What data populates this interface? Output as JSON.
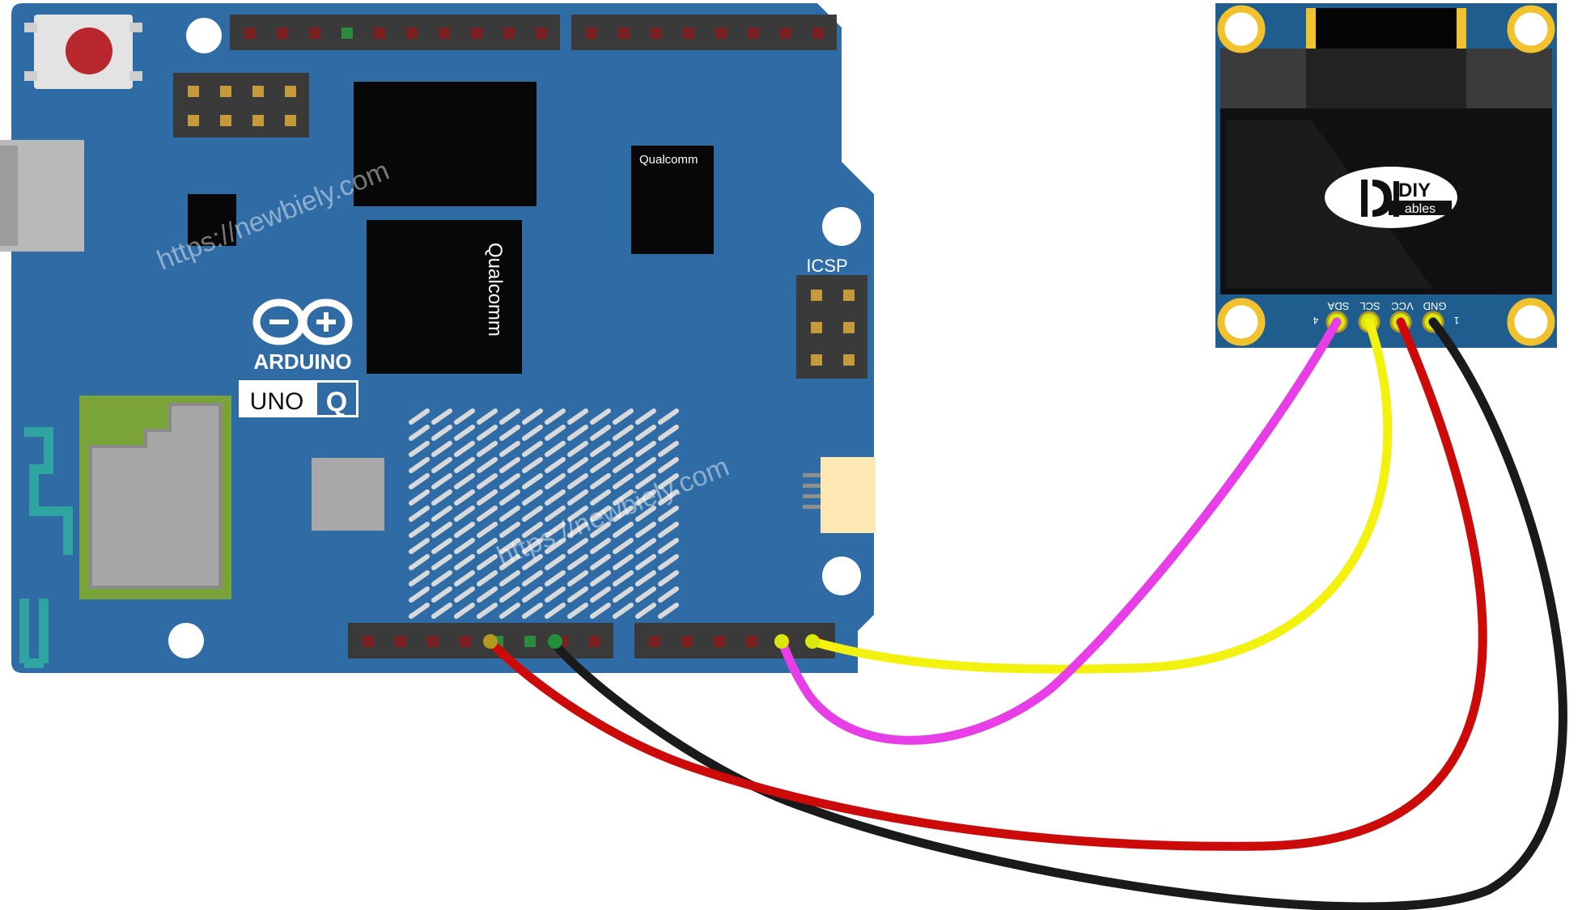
{
  "board": {
    "brand": "ARDUINO",
    "model": "UNO",
    "model_suffix": "Q",
    "icsp_label": "ICSP",
    "chip_brand_1": "Qualcomm",
    "chip_brand_2": "Qualcomm",
    "pcb_color": "#2e6aa3",
    "logo_color": "#ffffff"
  },
  "watermarks": [
    "https://newbiely.com",
    "https://newbiely.com"
  ],
  "oled": {
    "logo_line1": "DIY",
    "logo_line2": "ables",
    "pin_labels": [
      "SDA",
      "SCL",
      "VCC",
      "GND"
    ],
    "pin_number_left": "4",
    "pin_number_right": "1",
    "pcb_color": "#1e5b8c",
    "mount_ring_color": "#f2c22e"
  },
  "wires": [
    {
      "from": "SDA",
      "color": "#e83ee8"
    },
    {
      "from": "SCL",
      "color": "#f2f20e"
    },
    {
      "from": "VCC",
      "color": "#cc0a0a"
    },
    {
      "from": "GND",
      "color": "#1a1a1a"
    }
  ]
}
